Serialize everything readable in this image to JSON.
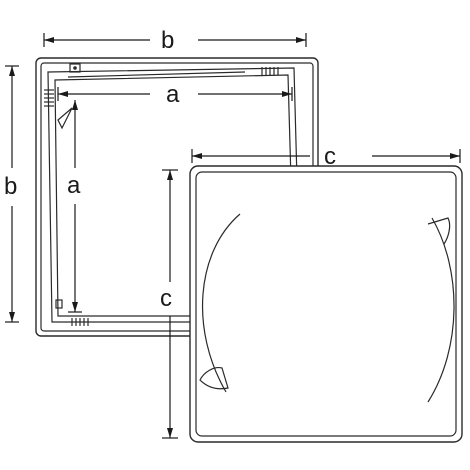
{
  "diagram": {
    "labels": {
      "b_top": "b",
      "a_horizontal": "a",
      "b_left": "b",
      "a_vertical": "a",
      "c_right": "c",
      "c_left": "c"
    },
    "colors": {
      "line": "#2a2a2a",
      "background": "#ffffff"
    }
  }
}
